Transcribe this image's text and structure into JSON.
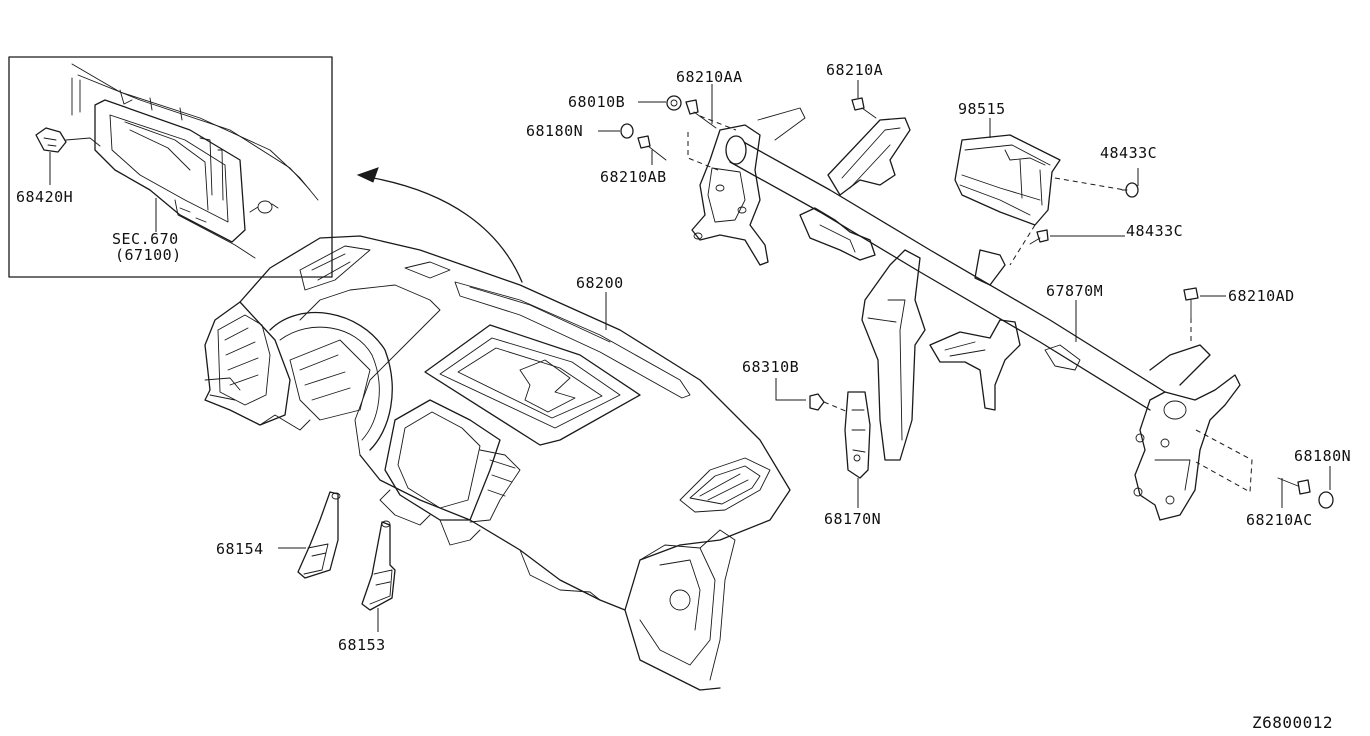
{
  "diagram_id": "Z6800012",
  "inset": {
    "section_ref": "SEC.670",
    "section_sub": "(67100)",
    "part": "68420H"
  },
  "parts": {
    "p68210AA": "68210AA",
    "p68210A": "68210A",
    "p98515": "98515",
    "p68010B": "68010B",
    "p68180N_top": "68180N",
    "p68210AB": "68210AB",
    "p48433C_a": "48433C",
    "p48433C_b": "48433C",
    "p68200": "68200",
    "p67870M": "67870M",
    "p68210AD": "68210AD",
    "p68310B": "68310B",
    "p68180N_right": "68180N",
    "p68170N": "68170N",
    "p68210AC": "68210AC",
    "p68154": "68154",
    "p68153": "68153"
  }
}
